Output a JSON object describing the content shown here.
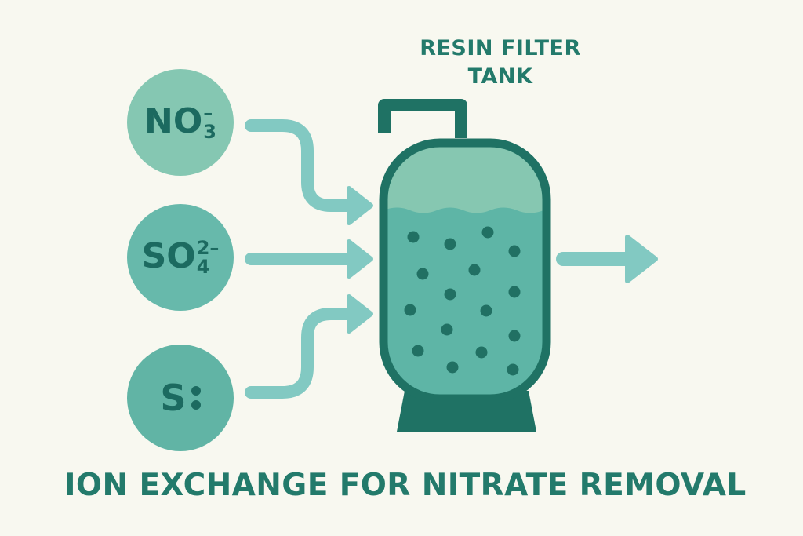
{
  "diagram": {
    "title": "ION EXCHANGE FOR NITRATE REMOVAL",
    "tank_label": [
      "RESIN FILTER",
      "TANK"
    ],
    "ions": [
      {
        "id": "nitrate",
        "base": "NO",
        "subscript": "3",
        "superscript": "–"
      },
      {
        "id": "sulfate",
        "base": "SO",
        "subscript": "4",
        "superscript": "2–"
      },
      {
        "id": "sulfide",
        "base": "S",
        "icon": "colon-dots-icon"
      }
    ],
    "icons": [
      "inlet-arrow-icon",
      "outlet-arrow-icon",
      "resin-bead-icon",
      "water-wave-icon"
    ],
    "colors": {
      "background": "#f8f8f0",
      "text": "#237a6b",
      "tank_outline": "#1f7264",
      "tank_water": "#5eb5a6",
      "tank_headspace": "#86c7b1",
      "resin_beads": "#217063",
      "arrows": "#82c9c2",
      "ion_nitrate": "#85c7b2",
      "ion_sulfate": "#67b9ab",
      "ion_sulfide": "#61b4a5"
    }
  }
}
